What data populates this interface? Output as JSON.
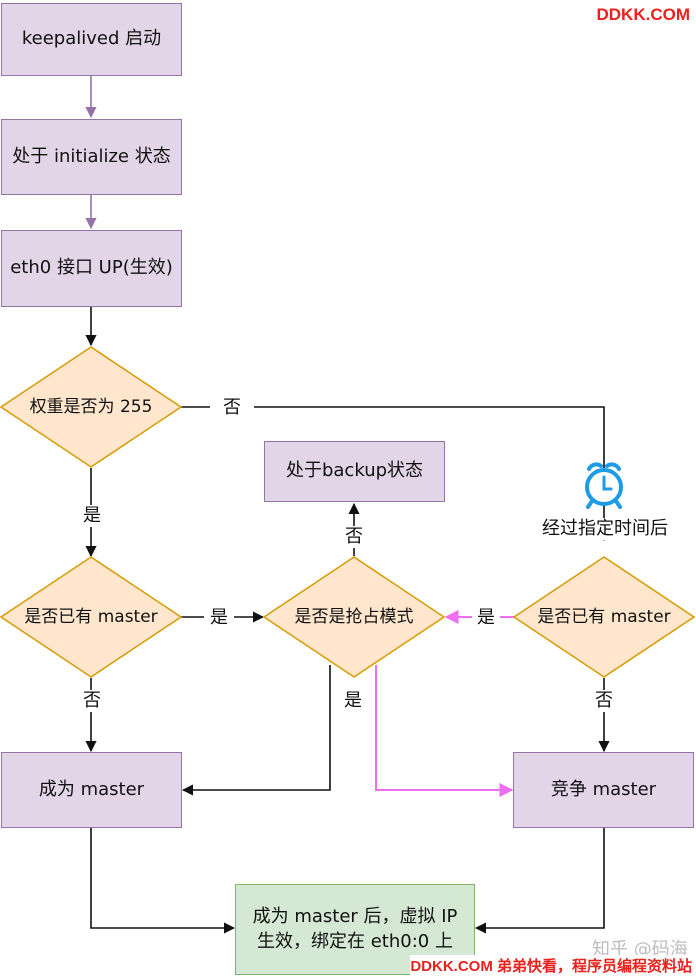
{
  "nodes": {
    "start": "keepalived 启动",
    "init": "处于 initialize 状态",
    "eth0": "eth0 接口 UP(生效)",
    "weight": "权重是否为 255",
    "has_master_left": "是否已有 master",
    "preempt": "是否是抢占模式",
    "backup": "处于backup状态",
    "has_master_right": "是否已有 master",
    "become_master": "成为 master",
    "compete": "竞争 master",
    "final_line1": "成为 master 后，虚拟 IP",
    "final_line2": "生效，绑定在 eth0:0 上"
  },
  "labels": {
    "weight_no": "否",
    "weight_yes": "是",
    "wait": "经过指定时间后",
    "left_yes": "是",
    "left_no": "否",
    "preempt_no": "否",
    "preempt_yes": "是",
    "right_yes": "是",
    "right_no": "否"
  },
  "icons": {
    "timer": "alarm-clock-icon"
  },
  "colors": {
    "process_fill": "#e1d5e7",
    "process_stroke": "#9673a6",
    "decision_fill": "#ffe6cc",
    "decision_stroke": "#d79b00",
    "final_fill": "#d5e8d4",
    "final_stroke": "#82b366",
    "highlight": "#ee6ef0",
    "clock": "#1e9be6"
  },
  "watermarks": {
    "top": "DDKK.COM",
    "bottom": "DDKK.COM 弟弟快看，程序员编程资料站",
    "zhihu": "知乎 @码海"
  }
}
